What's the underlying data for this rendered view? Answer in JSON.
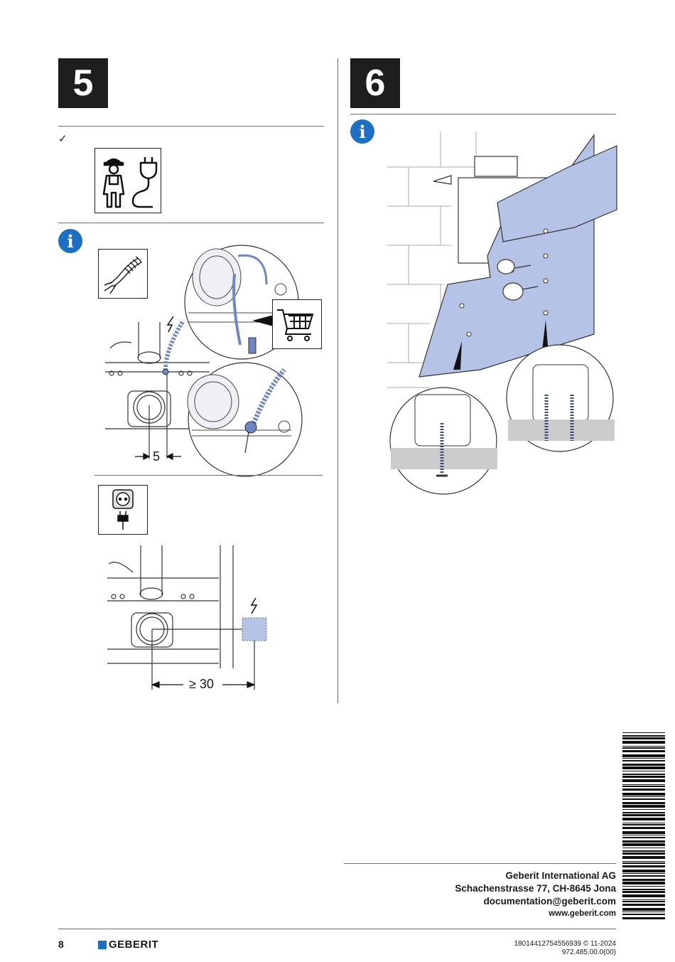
{
  "steps": {
    "step5": {
      "number": "5"
    },
    "step6": {
      "number": "6"
    }
  },
  "step5": {
    "checkmark": "✓",
    "info_glyph": "i",
    "dimension_5": "5",
    "dimension_30": "≥ 30"
  },
  "step6": {
    "info_glyph": "i"
  },
  "colors": {
    "accent_blue": "#1d6fc4",
    "panel_blue": "#b4c3e6",
    "badge_black": "#1e1e1e"
  },
  "footer": {
    "company": "Geberit International AG",
    "address": "Schachenstrasse 77, CH-8645 Jona",
    "email": "documentation@geberit.com",
    "website": "www.geberit.com",
    "page_number": "8",
    "brand": "GEBERIT",
    "doc_code": "18014412754556939 © 11-2024",
    "doc_number": "972.485.00.0(00)"
  },
  "icons": [
    "checkmark-icon",
    "installer-icon",
    "plug-icon",
    "info-icon",
    "cable-bundle-icon",
    "shopping-cart-icon",
    "socket-icon",
    "lightning-icon",
    "screw-icon",
    "barcode-icon"
  ]
}
